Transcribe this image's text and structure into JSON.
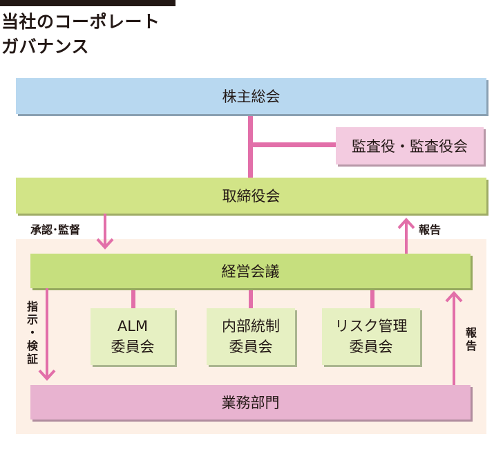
{
  "title": {
    "line1": "当社のコーポレート",
    "line2": "ガバナンス"
  },
  "boxes": {
    "shareholders": "株主総会",
    "auditors": "監査役・監査役会",
    "board": "取締役会",
    "management": "経営会議",
    "alm_line1": "ALM",
    "alm_line2": "委員会",
    "ic_line1": "内部統制",
    "ic_line2": "委員会",
    "risk_line1": "リスク管理",
    "risk_line2": "委員会",
    "business": "業務部門"
  },
  "labels": {
    "approve_supervise": "承認･監督",
    "report_top": "報告",
    "instruct_chars": [
      "指",
      "示",
      "・",
      "検",
      "証"
    ],
    "report_side_chars": [
      "報",
      "告"
    ]
  },
  "colors": {
    "connector": "#e26fa9",
    "shareholders": "#b8d8f0",
    "board": "#d2e487",
    "auditors": "#f3cbe0",
    "business": "#e8b3d0",
    "zone": "#fdf0e6"
  }
}
